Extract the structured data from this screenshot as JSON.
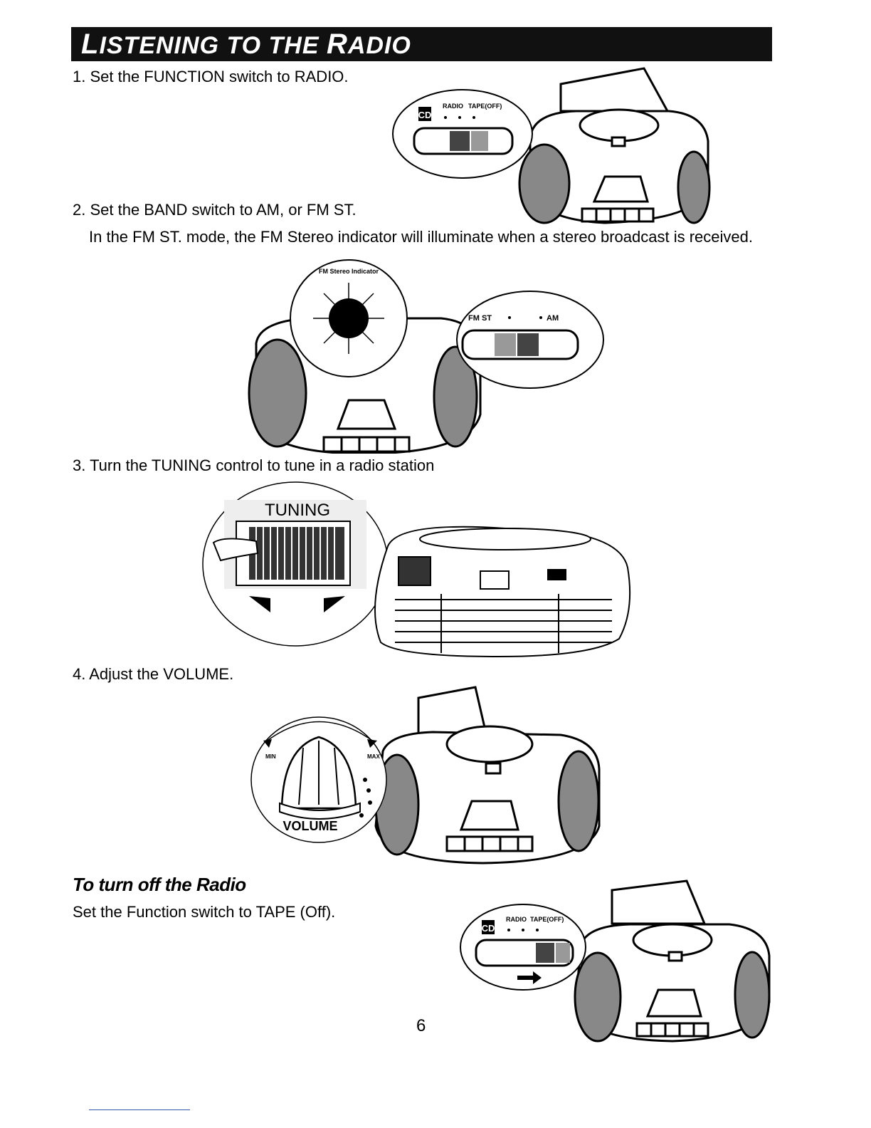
{
  "header": {
    "title_parts": [
      "L",
      "ISTENING TO THE ",
      "R",
      "ADIO"
    ]
  },
  "steps": {
    "step1": "1. Set the FUNCTION switch  to RADIO.",
    "step2": "2. Set the BAND switch to AM, or FM ST.",
    "step2_note": "In the FM ST. mode, the FM Stereo indicator will illuminate when a stereo broadcast is received.",
    "step3": "3. Turn the TUNING control to tune in a radio station",
    "step4": "4. Adjust the VOLUME."
  },
  "turn_off": {
    "heading": "To turn off the Radio",
    "text": "Set the Function switch to TAPE (Off)."
  },
  "illustrations": {
    "function_switch": {
      "cd": "CD",
      "radio": "RADIO",
      "tape_off": "TAPE(OFF)"
    },
    "stereo_indicator": "FM Stereo Indicator",
    "band_switch": {
      "fm_st": "FM ST",
      "am": "AM"
    },
    "tuning": "TUNING",
    "volume": {
      "label": "VOLUME",
      "min": "MIN",
      "max": "MAX"
    }
  },
  "page_number": "6"
}
